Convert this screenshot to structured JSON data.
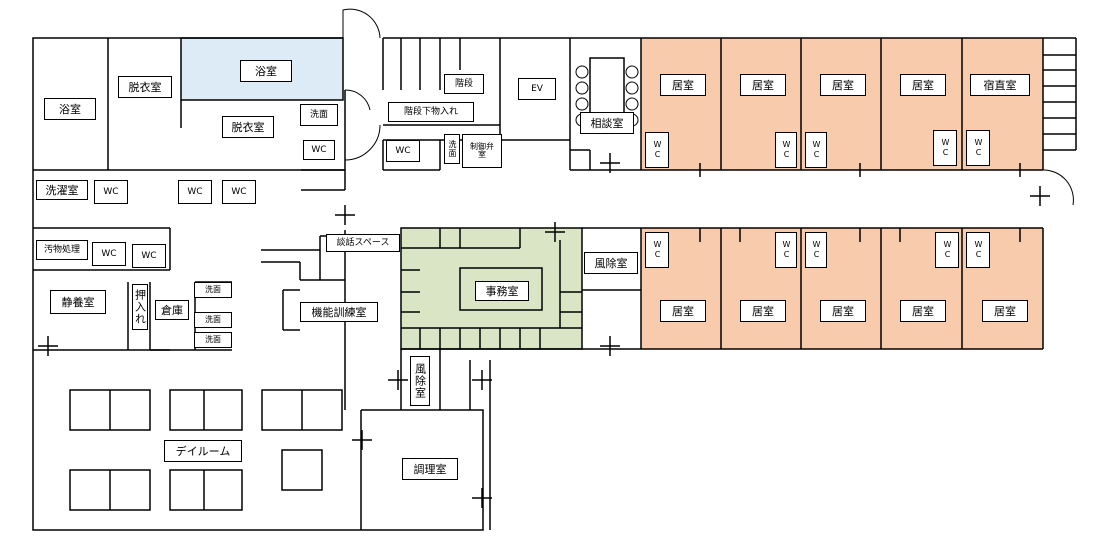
{
  "colors": {
    "resident_rooms": "#f8cbad",
    "bathroom_blue": "#ddebf7",
    "office_green": "#d9e5c5",
    "walls": "#000000"
  },
  "labels": {
    "bath_left": "浴室",
    "dressing_top": "脱衣室",
    "bath_blue": "浴室",
    "dressing_mid": "脱衣室",
    "washbasin_top": "洗面",
    "wc_top": "WC",
    "laundry": "洗濯室",
    "wc_laundry": "WC",
    "wc_mid1": "WC",
    "wc_mid2": "WC",
    "soiled": "汚物処理",
    "wc_soil1": "WC",
    "wc_soil2": "WC",
    "rest_room": "静養室",
    "closet": "押入れ",
    "storage": "倉庫",
    "wash1": "洗面",
    "wash2": "洗面",
    "wash3": "洗面",
    "training_room": "機能訓練室",
    "talk_space": "談話スペース",
    "day_room": "デイルーム",
    "kitchen": "調理室",
    "windbreak_left": "風除室",
    "windbreak_right": "風除室",
    "office": "事務室",
    "stairs": "階段",
    "under_stairs": "階段下物入れ",
    "ev": "EV",
    "wc_stair": "WC",
    "wash_stair": "洗面",
    "control_room": "制御弁室",
    "consult_room": "相談室",
    "room_top_1": "居室",
    "room_top_2": "居室",
    "room_top_3": "居室",
    "room_top_4": "居室",
    "night_duty": "宿直室",
    "room_bot_1": "居室",
    "room_bot_2": "居室",
    "room_bot_3": "居室",
    "room_bot_4": "居室",
    "room_bot_5": "居室",
    "wc_r1": "WC",
    "wc_r2a": "WC",
    "wc_r2b": "WC",
    "wc_r3a": "WC",
    "wc_r3b": "WC",
    "wc_b1": "WC",
    "wc_b2a": "WC",
    "wc_b2b": "WC",
    "wc_b3a": "WC",
    "wc_b3b": "WC"
  }
}
